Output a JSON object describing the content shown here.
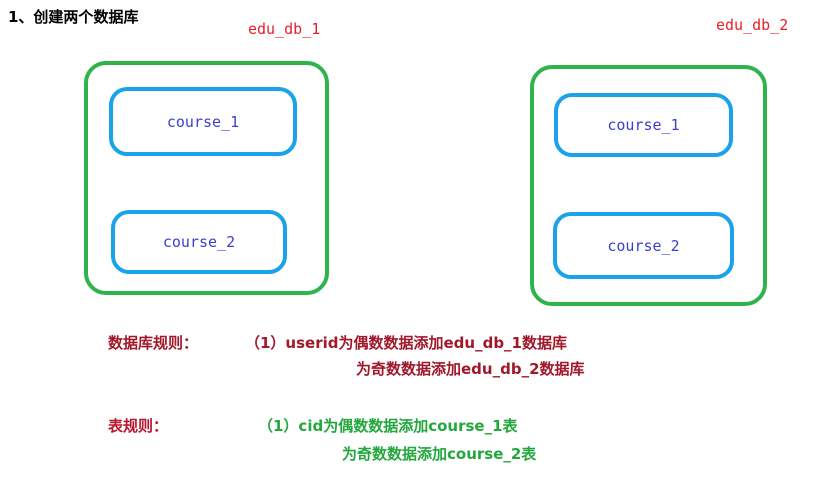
{
  "title": "1、创建两个数据库",
  "databases": [
    {
      "name": "edu_db_1",
      "tables": [
        "course_1",
        "course_2"
      ]
    },
    {
      "name": "edu_db_2",
      "tables": [
        "course_1",
        "course_2"
      ]
    }
  ],
  "db_rule": {
    "label": "数据库规则：",
    "line1": "（1）userid为偶数数据添加edu_db_1数据库",
    "line2": "为奇数数据添加edu_db_2数据库"
  },
  "table_rule": {
    "label": "表规则：",
    "line1": "（1）cid为偶数数据添加course_1表",
    "line2": "为奇数数据添加course_2表"
  },
  "colors": {
    "db_name": "#e8202a",
    "db_border": "#30b34a",
    "table_border": "#1aa3e8",
    "table_text": "#3a3fd0",
    "db_rule_text": "#a0182a",
    "table_rule_label": "#b5182e",
    "table_rule_text": "#22a83c"
  }
}
